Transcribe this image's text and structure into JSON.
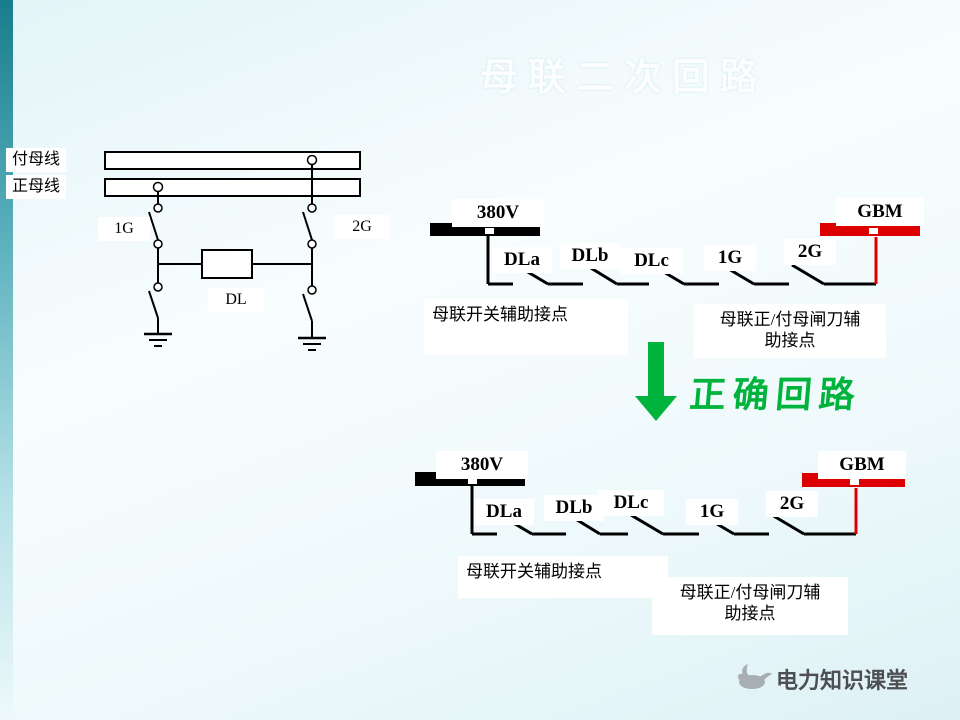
{
  "slide": {
    "watermark_title": "母联二次回路",
    "footer_brand": "电力知识课堂"
  },
  "left_diagram": {
    "top_bus_label": "付母线",
    "bottom_bus_label": "正母线",
    "left_switch": "1G",
    "right_switch": "2G",
    "breaker": "DL"
  },
  "incorrect_circuit": {
    "source": "380V",
    "target": "GBM",
    "contacts": [
      "DLa",
      "DLb",
      "DLc",
      "1G",
      "2G"
    ],
    "caption_breaker": "母联开关辅助接点",
    "caption_knife_line1": "母联正/付母闸刀辅",
    "caption_knife_line2": "助接点"
  },
  "transition": {
    "label": "正确回路"
  },
  "correct_circuit": {
    "source": "380V",
    "target": "GBM",
    "contacts": [
      "DLa",
      "DLb",
      "DLc",
      "1G",
      "2G"
    ],
    "caption_breaker": "母联开关辅助接点",
    "caption_knife_line1": "母联正/付母闸刀辅",
    "caption_knife_line2": "助接点"
  },
  "colors": {
    "wire_black": "#000000",
    "bus_red": "#dd0000",
    "accent_green": "#00b33c",
    "stripe_teal": "#187d8d"
  }
}
